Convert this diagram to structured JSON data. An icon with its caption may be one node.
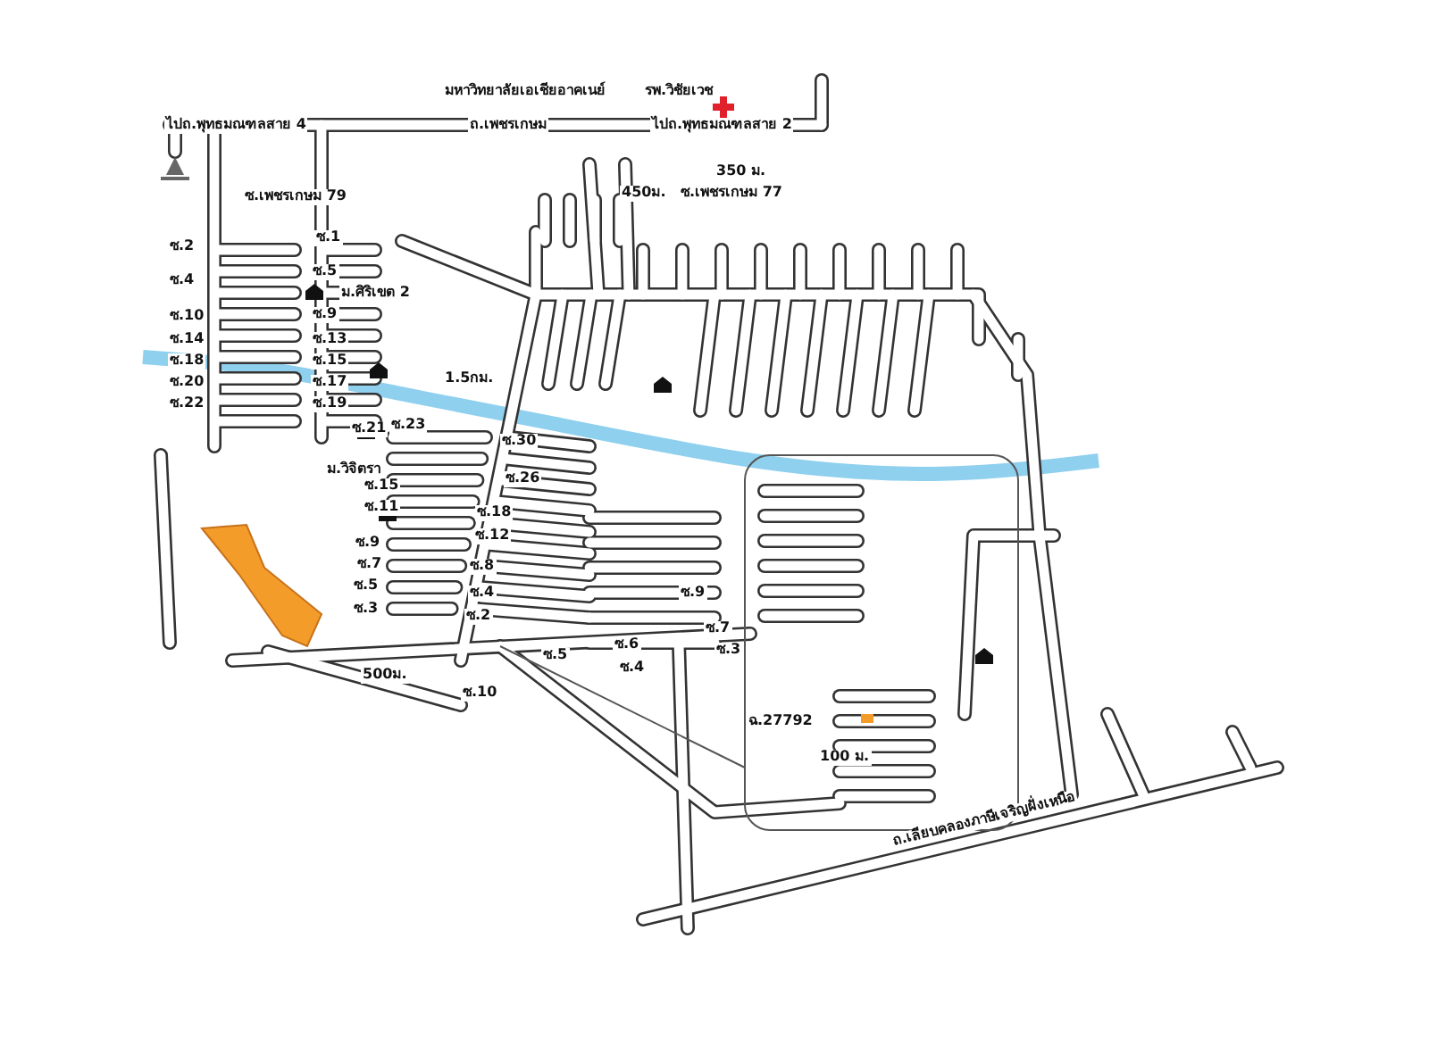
{
  "diagram": {
    "labels": [
      "มหาวิทยาลัยเอเชียอาคเนย์",
      "รพ.วิชัยเวช",
      "ไปถ.พุทธมณฑลสาย 4",
      "ถ.เพชรเกษม",
      "ไปถ.พุทธมณฑลสาย 2",
      "ซ.เพชรเกษม 79",
      "450ม.",
      "350 ม.",
      "ซ.เพชรเกษม 77",
      "ซ.2",
      "ซ.1",
      "ซ.4",
      "ซ.5",
      "ม.ศิริเขต 2",
      "ซ.10",
      "ซ.9",
      "ซ.14",
      "ซ.13",
      "ซ.18",
      "ซ.15",
      "ซ.20",
      "ซ.17",
      "ซ.22",
      "ซ.19",
      "ซ.21",
      "1.5กม.",
      "ซ.23",
      "ซ.30",
      "ม.วิจิตรา",
      "ซ.15",
      "ซ.11",
      "ซ.9",
      "ซ.7",
      "ซ.5",
      "ซ.3",
      "ซ.26",
      "ซ.18",
      "ซ.12",
      "ซ.8",
      "ซ.4",
      "ซ.2",
      "ซ.9",
      "ซ.6",
      "ซ.5",
      "ซ.4",
      "ซ.7",
      "ซ.3",
      "ซ.10",
      "500ม.",
      "ฉ.27792",
      "100 ม.",
      "ถ.เลียบคลองภาษีเจริญฝั่งเหนือ"
    ]
  }
}
